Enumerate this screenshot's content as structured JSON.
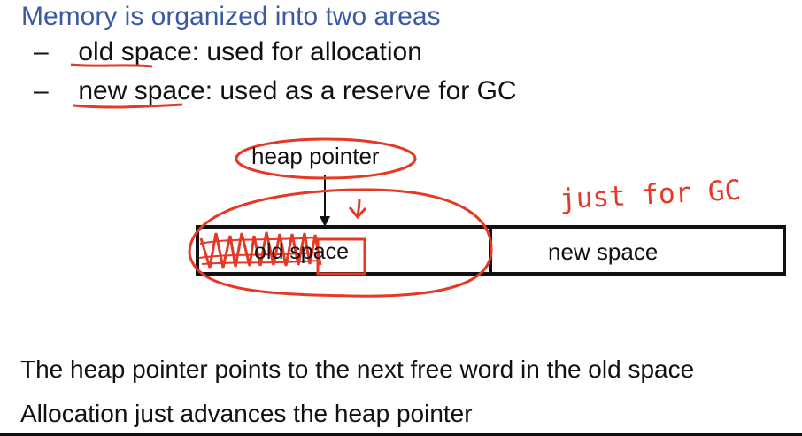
{
  "slide": {
    "title": "Memory is organized into two areas",
    "bullets": [
      {
        "marker": "–",
        "text": "old space: used for allocation"
      },
      {
        "marker": "–",
        "text": "new space: used as a reserve for GC"
      }
    ]
  },
  "diagram": {
    "pointer_label": "heap pointer",
    "old_space_label": "old space",
    "new_space_label": "new space",
    "annotation": "just for GC"
  },
  "footer": {
    "line1": "The heap pointer points to the next free word in the old space",
    "line2": "Allocation just advances the heap pointer"
  },
  "colors": {
    "title": "#3b5aa6",
    "annotation": "#e53925",
    "text": "#111111"
  }
}
